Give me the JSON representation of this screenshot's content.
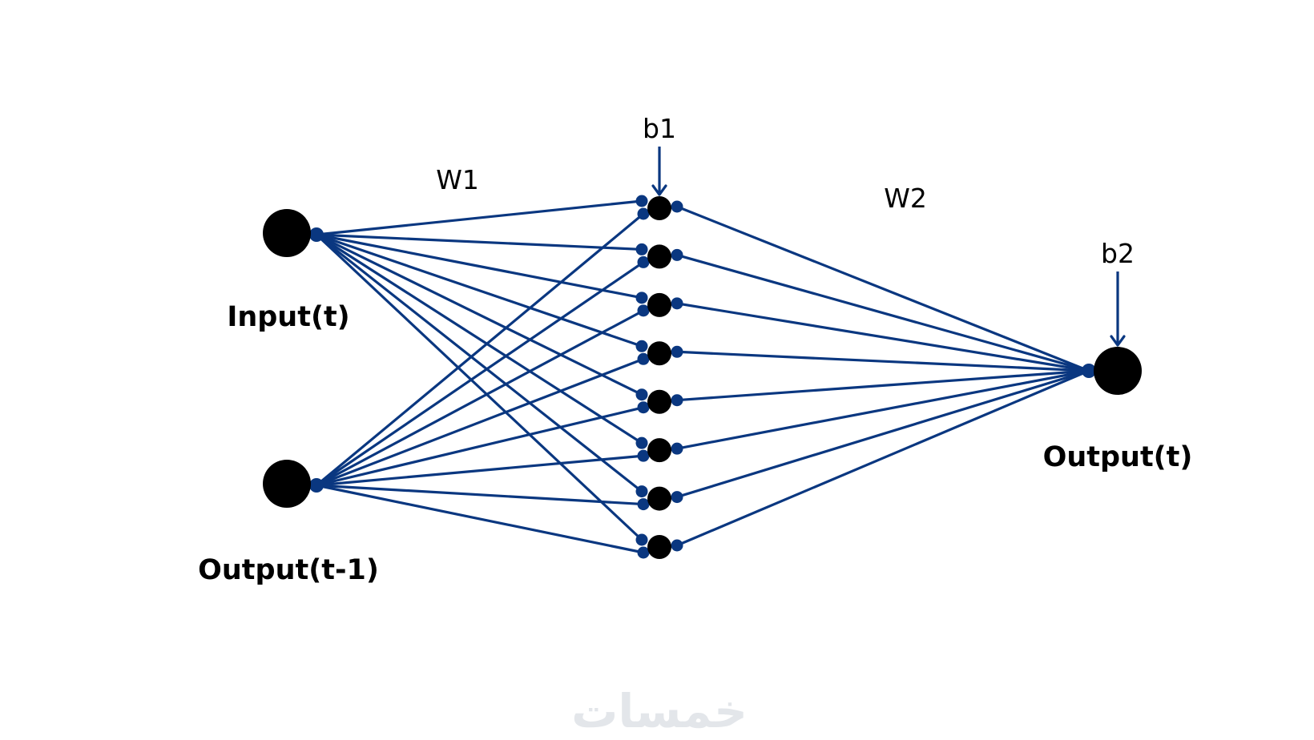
{
  "diagram": {
    "title": "",
    "type": "feedforward-neural-network",
    "colors": {
      "node": "#000000",
      "edge": "#0a3780",
      "background": "#ffffff",
      "watermark": "#e3e6ea"
    },
    "input_layer": {
      "nodes": [
        {
          "id": "input_t",
          "label": "Input(t)"
        },
        {
          "id": "output_t_minus_1",
          "label": "Output(t-1)"
        }
      ]
    },
    "hidden_layer": {
      "node_count": 8,
      "bias_label": "b1"
    },
    "output_layer": {
      "nodes": [
        {
          "id": "output_t",
          "label": "Output(t)"
        }
      ],
      "bias_label": "b2"
    },
    "weights": {
      "input_to_hidden_label": "W1",
      "hidden_to_output_label": "W2"
    },
    "connections": {
      "input_to_hidden": "fully-connected",
      "hidden_to_output": "fully-connected"
    },
    "watermark_text": "خمسات"
  }
}
